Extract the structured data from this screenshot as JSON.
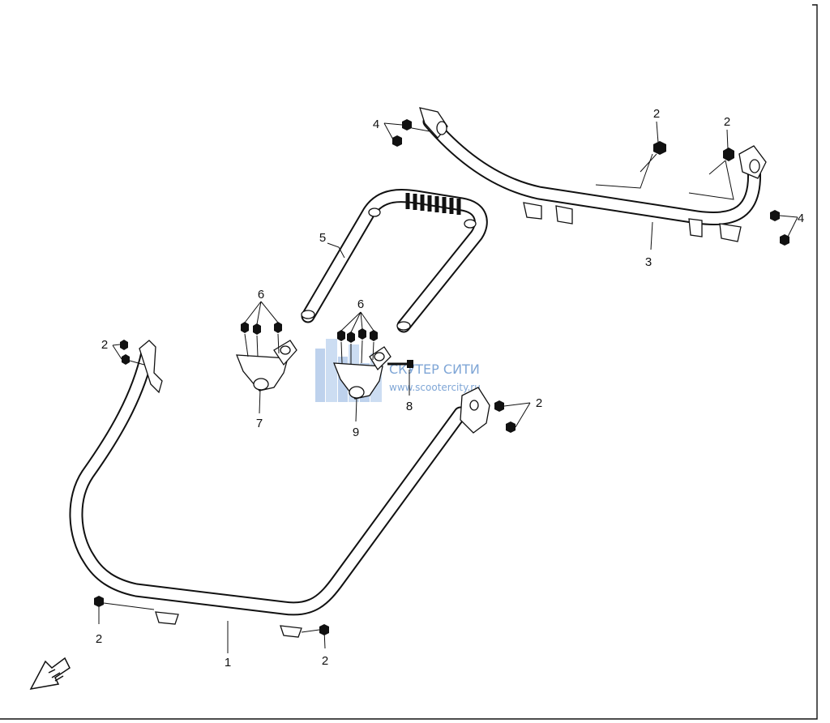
{
  "callouts": {
    "p1": "1",
    "p2": "2",
    "p3": "3",
    "p4": "4",
    "p5": "5",
    "p6": "6",
    "p7": "7",
    "p8": "8",
    "p9": "9"
  },
  "watermark": {
    "title": "СКУТЕР СИТИ",
    "url": "www.scootercity.ru"
  },
  "colors": {
    "line": "#111111",
    "watermark": "#7fa6d6"
  },
  "icons": {
    "direction": "front-direction-arrow-icon"
  }
}
